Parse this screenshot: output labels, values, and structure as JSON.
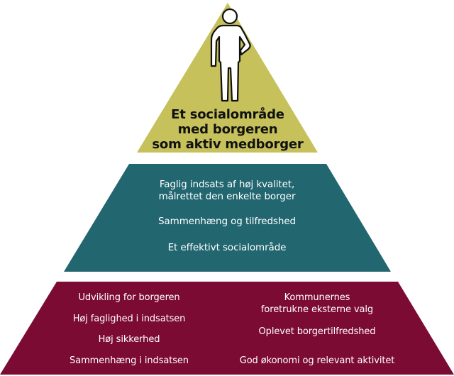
{
  "colors": {
    "top_tier": "#c6c15b",
    "middle_tier": "#226670",
    "bottom_tier": "#7c0b33",
    "background": "#ffffff",
    "top_text": "#111111",
    "tier_text": "#ffffff"
  },
  "icons": {
    "figure": "person-icon"
  },
  "top": {
    "line1": "Et socialområde",
    "line2": "med borgeren",
    "line3": "som aktiv medborger"
  },
  "middle": {
    "item1_line1": "Faglig indsats af høj kvalitet,",
    "item1_line2": "målrettet den enkelte borger",
    "item2": "Sammenhæng og tilfredshed",
    "item3": "Et effektivt socialområde"
  },
  "bottom": {
    "left": [
      "Udvikling for borgeren",
      "Høj faglighed i indsatsen",
      "Høj sikkerhed",
      "Sammenhæng i indsatsen"
    ],
    "right": {
      "item1_line1": "Kommunernes",
      "item1_line2": "foretrukne eksterne valg",
      "item2": "Oplevet borgertilfredshed",
      "item3": "God økonomi og relevant aktivitet"
    }
  }
}
